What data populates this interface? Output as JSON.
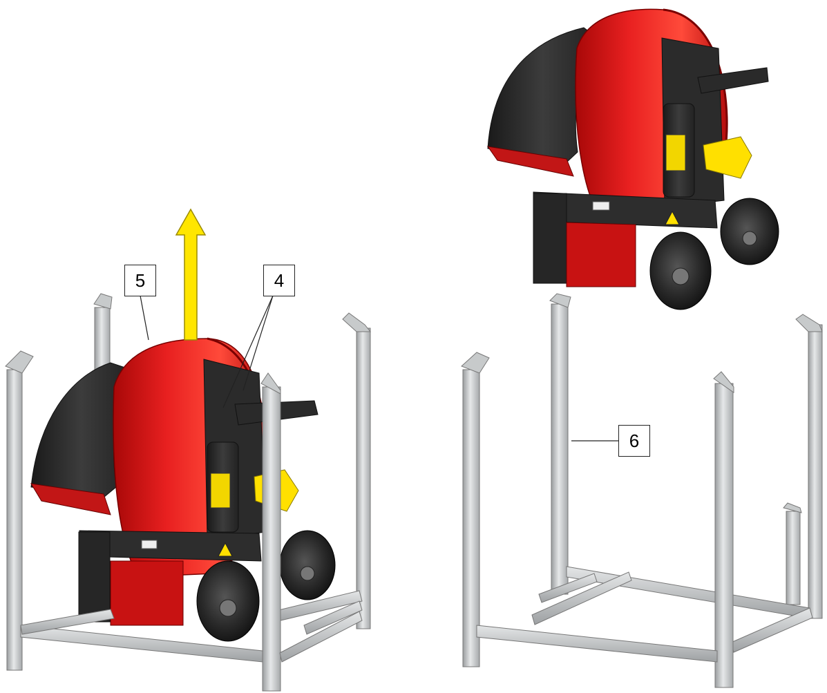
{
  "callouts": {
    "c5": "5",
    "c4": "4",
    "c6": "6"
  },
  "colors": {
    "machine_red": "#d81818",
    "deflector_black": "#2a2a2a",
    "frame_gray": "#cfd2d3",
    "arrow_yellow": "#ffe600",
    "cone_yellow": "#ffe000",
    "tire_black": "#1c1c1c"
  },
  "icons": [
    "lift-arrow-icon",
    "warning-sticker-icon"
  ]
}
